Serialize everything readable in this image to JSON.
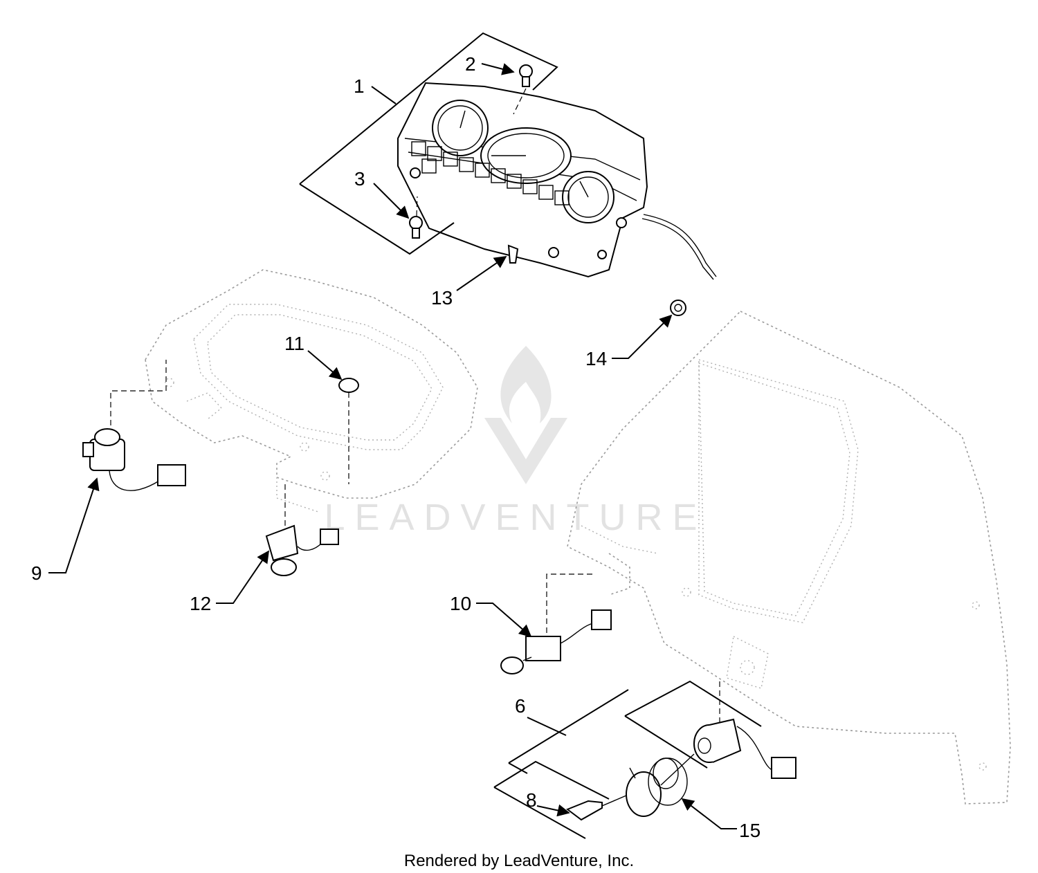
{
  "watermark": {
    "text": "LEADVENTURE",
    "color": "#e0e0e0"
  },
  "footer": {
    "text": "Rendered by LeadVenture, Inc."
  },
  "callouts": [
    {
      "id": "1",
      "label": "1"
    },
    {
      "id": "2",
      "label": "2"
    },
    {
      "id": "3",
      "label": "3"
    },
    {
      "id": "6",
      "label": "6"
    },
    {
      "id": "8",
      "label": "8"
    },
    {
      "id": "9",
      "label": "9"
    },
    {
      "id": "10",
      "label": "10"
    },
    {
      "id": "11",
      "label": "11"
    },
    {
      "id": "12",
      "label": "12"
    },
    {
      "id": "13",
      "label": "13"
    },
    {
      "id": "14",
      "label": "14"
    },
    {
      "id": "15",
      "label": "15"
    }
  ]
}
